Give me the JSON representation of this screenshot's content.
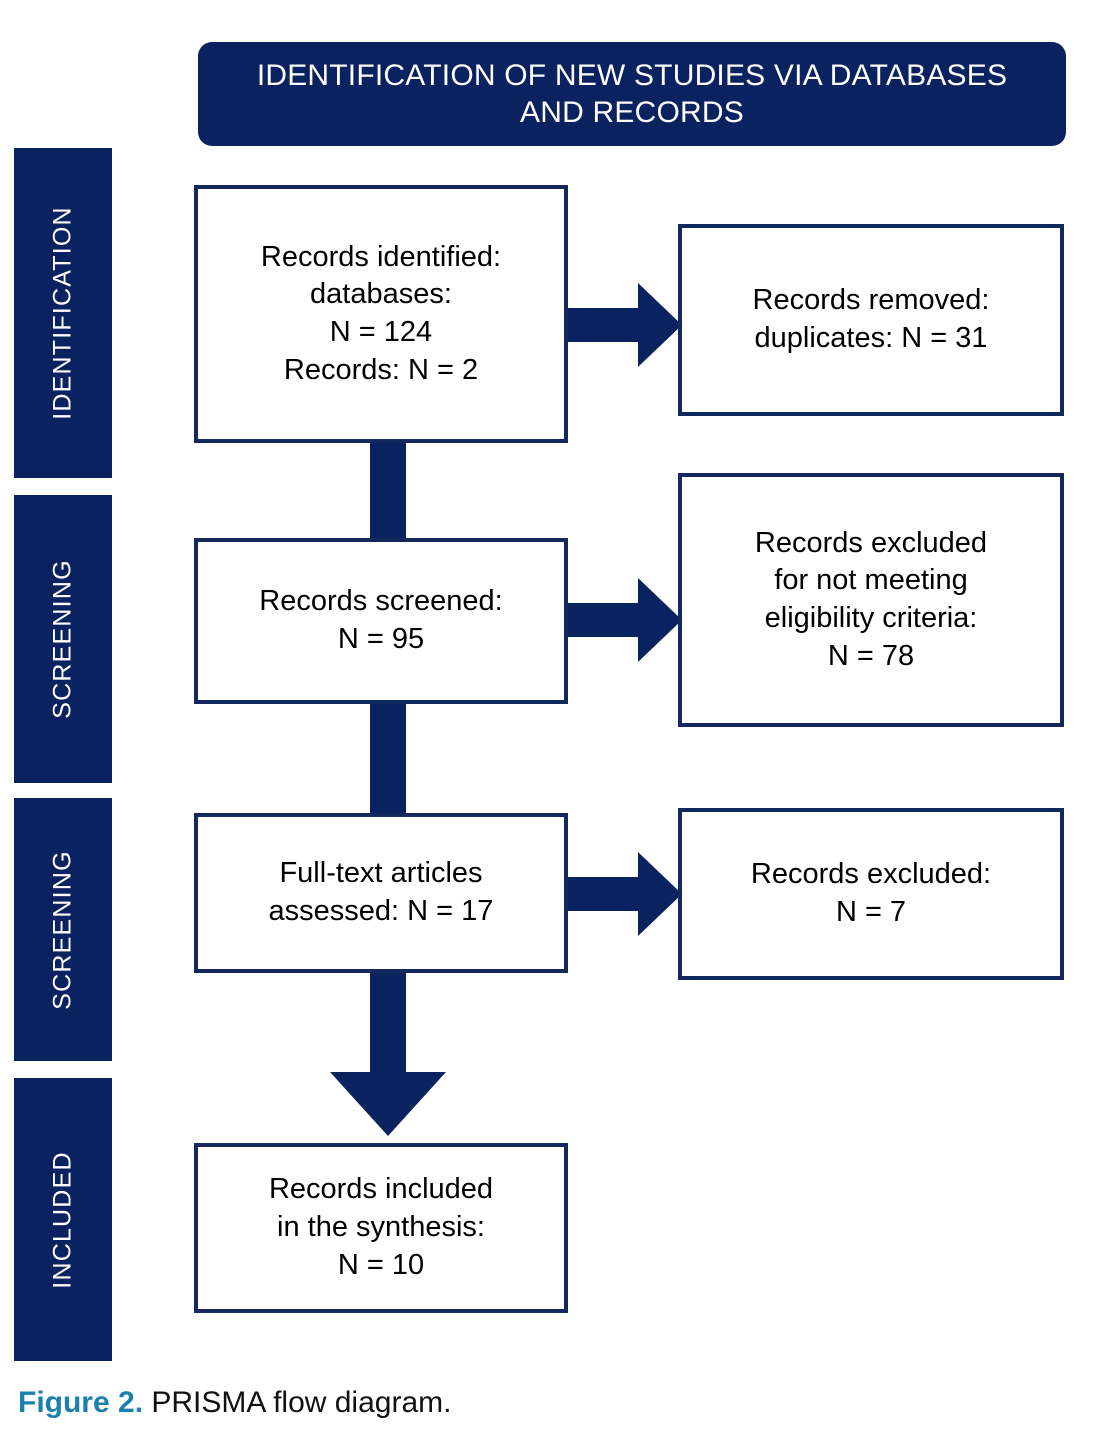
{
  "figure": {
    "banner_title": "IDENTIFICATION OF NEW STUDIES VIA DATABASES\nAND RECORDS",
    "caption_label": "Figure 2.",
    "caption_text": " PRISMA flow diagram.",
    "colors": {
      "navy": "#0a2260",
      "box_border": "#13295e",
      "caption_accent": "#1b7faf",
      "box_fill": "#ffffff",
      "page_background": "#ffffff"
    }
  },
  "stages": [
    {
      "label": "IDENTIFICATION"
    },
    {
      "label": "SCREENING"
    },
    {
      "label": "SCREENING"
    },
    {
      "label": "INCLUDED"
    }
  ],
  "flow": {
    "main_boxes": [
      {
        "id": "records-identified",
        "text": "Records identified:\ndatabases:\nN = 124\nRecords: N = 2"
      },
      {
        "id": "records-screened",
        "text": "Records screened:\nN = 95"
      },
      {
        "id": "full-text-assessed",
        "text": "Full-text articles\nassessed: N = 17"
      },
      {
        "id": "records-included",
        "text": "Records included\nin the synthesis:\nN = 10"
      }
    ],
    "side_boxes": [
      {
        "id": "records-removed-duplicates",
        "text": "Records removed:\nduplicates: N = 31"
      },
      {
        "id": "records-excluded-eligibility",
        "text": "Records excluded\nfor not meeting\neligibility criteria:\nN = 78"
      },
      {
        "id": "records-excluded",
        "text": "Records excluded:\nN = 7"
      }
    ]
  },
  "chart_data": {
    "type": "diagram",
    "title": "IDENTIFICATION OF NEW STUDIES VIA DATABASES AND RECORDS",
    "nodes": [
      {
        "id": "records-identified",
        "stage": "IDENTIFICATION",
        "column": "main",
        "label": "Records identified: databases: N = 124; Records: N = 2",
        "values": {
          "databases": 124,
          "records": 2
        }
      },
      {
        "id": "records-removed-duplicates",
        "stage": "IDENTIFICATION",
        "column": "side",
        "label": "Records removed: duplicates: N = 31",
        "values": {
          "duplicates": 31
        }
      },
      {
        "id": "records-screened",
        "stage": "SCREENING",
        "column": "main",
        "label": "Records screened: N = 95",
        "values": {
          "N": 95
        }
      },
      {
        "id": "records-excluded-eligibility",
        "stage": "SCREENING",
        "column": "side",
        "label": "Records excluded for not meeting eligibility criteria: N = 78",
        "values": {
          "N": 78
        }
      },
      {
        "id": "full-text-assessed",
        "stage": "SCREENING",
        "column": "main",
        "label": "Full-text articles assessed: N = 17",
        "values": {
          "N": 17
        }
      },
      {
        "id": "records-excluded",
        "stage": "SCREENING",
        "column": "side",
        "label": "Records excluded: N = 7",
        "values": {
          "N": 7
        }
      },
      {
        "id": "records-included",
        "stage": "INCLUDED",
        "column": "main",
        "label": "Records included in the synthesis: N = 10",
        "values": {
          "N": 10
        }
      }
    ],
    "edges": [
      {
        "from": "records-identified",
        "to": "records-removed-duplicates",
        "direction": "right"
      },
      {
        "from": "records-identified",
        "to": "records-screened",
        "direction": "down"
      },
      {
        "from": "records-screened",
        "to": "records-excluded-eligibility",
        "direction": "right"
      },
      {
        "from": "records-screened",
        "to": "full-text-assessed",
        "direction": "down"
      },
      {
        "from": "full-text-assessed",
        "to": "records-excluded",
        "direction": "right"
      },
      {
        "from": "full-text-assessed",
        "to": "records-included",
        "direction": "down"
      }
    ]
  }
}
